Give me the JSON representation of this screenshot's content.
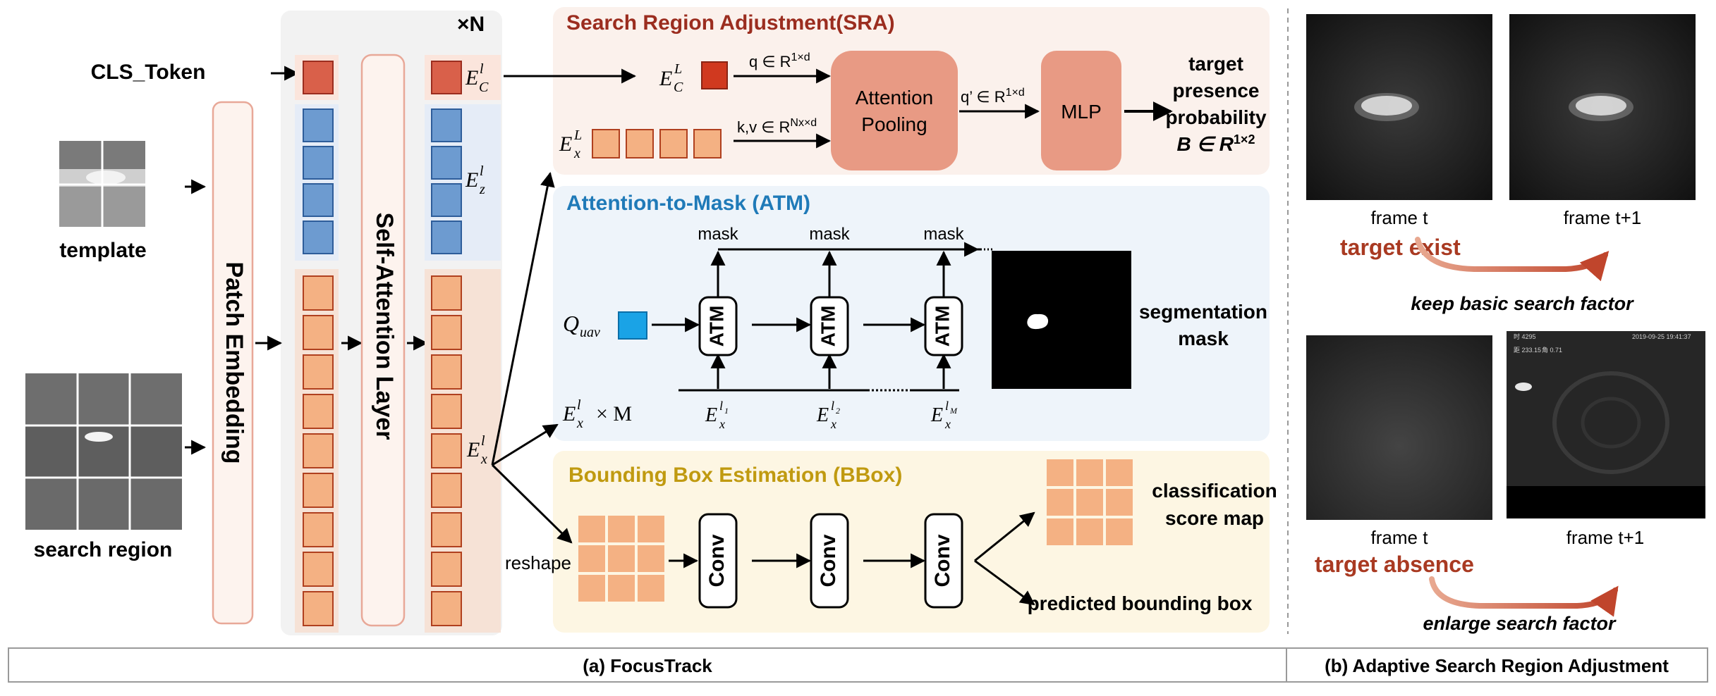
{
  "inputs": {
    "cls_token": "CLS_Token",
    "template": "template",
    "search_region": "search region"
  },
  "backbone": {
    "patch_embedding": "Patch  Embedding",
    "self_attention": "Self-Attention Layer",
    "repeat": "×N",
    "token_labels": {
      "cls": "E",
      "z": "E",
      "x": "E",
      "sup": "l",
      "sub_cls": "C",
      "sub_z": "z",
      "sub_x": "x"
    }
  },
  "sra": {
    "title": "Search Region Adjustment(SRA)",
    "q_label": "q ∈ R",
    "q_sup": "1×d",
    "kv_label": "k,v ∈ R",
    "kv_sup": "Nx×d",
    "attention_pooling": [
      "Attention",
      "Pooling"
    ],
    "q_prime_label": "q’ ∈ R",
    "q_prime_sup": "1×d",
    "mlp": "MLP",
    "output": [
      "target",
      "presence",
      "probability"
    ],
    "output_b": "B ∈ R",
    "output_b_sup": "1×2",
    "ec_label": "E",
    "ec_sup": "L",
    "ec_sub": "C",
    "ex_label": "E",
    "ex_sup": "L",
    "ex_sub": "x"
  },
  "atm": {
    "title": "Attention-to-Mask (ATM)",
    "mask_labels": [
      "mask",
      "mask",
      "mask"
    ],
    "block_label": "ATM",
    "q_uav": "Q",
    "q_uav_sub": "uav",
    "ex_m": "E",
    "ex_m_sup": "l",
    "ex_m_sub": "x",
    "ex_m_tail": "× M",
    "layer_inputs": [
      {
        "sup": "l",
        "sup_sub": "1"
      },
      {
        "sup": "l",
        "sup_sub": "2"
      },
      {
        "sup": "l",
        "sup_sub": "M"
      }
    ],
    "output": [
      "segmentation",
      "mask"
    ]
  },
  "bbox": {
    "title": "Bounding Box Estimation (BBox)",
    "reshape": "reshape",
    "conv_label": "Conv",
    "score_map": [
      "classification",
      "score map"
    ],
    "predicted": "predicted bounding box"
  },
  "right_panel": {
    "frame_t_1": "frame t",
    "frame_t1_1": "frame t+1",
    "target_exist": "target exist",
    "keep_factor": "keep basic search factor",
    "frame_t_2": "frame t",
    "frame_t1_2": "frame t+1",
    "target_absence": "target absence",
    "enlarge_factor": "enlarge search factor",
    "hud_text": [
      "时 4295",
      "2019-09-25 19:41:37",
      "距 233.15",
      "角 0.71"
    ]
  },
  "captions": {
    "left": "(a) FocusTrack",
    "right": "(b) Adaptive Search Region Adjustment"
  },
  "colors": {
    "sra_title": "#9b2d1f",
    "atm_title": "#1f7ab8",
    "bbox_title": "#c09a10",
    "target_text": "#a93a22",
    "orange_token": "#f4b183",
    "blue_token": "#6d9bd0",
    "cls_token": "#d9604a"
  }
}
